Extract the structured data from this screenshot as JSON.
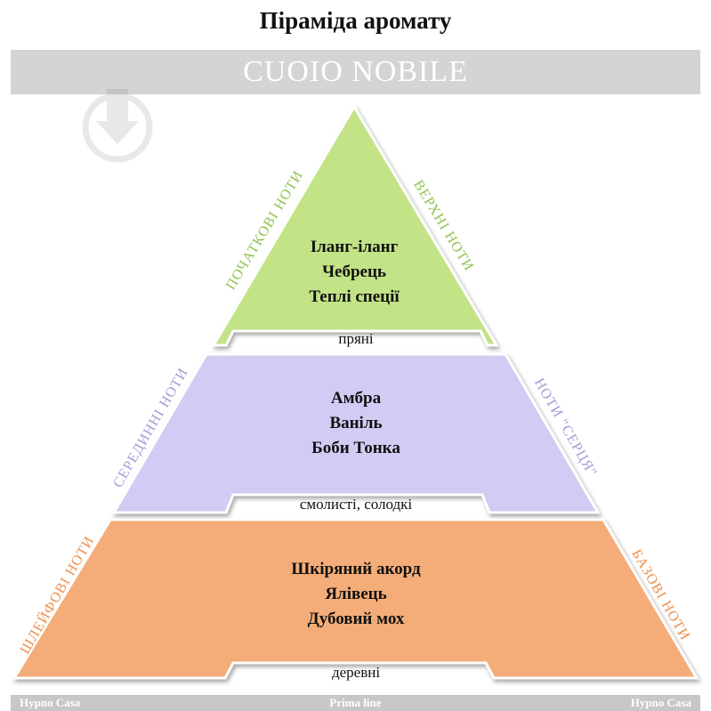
{
  "title": "Піраміда аромату",
  "brand": "CUOIO NOBILE",
  "top_tier": {
    "notes": [
      "Іланг-іланг",
      "Чебрець",
      "Теплі спеції"
    ],
    "descriptor": "пряні",
    "left_label": "ПОЧАТКОВІ НОТИ",
    "right_label": "ВЕРХНІ НОТИ",
    "color": "#c3e387"
  },
  "middle_tier": {
    "notes": [
      "Амбра",
      "Ваніль",
      "Боби Тонка"
    ],
    "descriptor": "смолисті, солодкі",
    "left_label": "СЕРЕДИННІ НОТИ",
    "right_label": "НОТИ \"СЕРЦЯ\"",
    "color": "#d3cbf3"
  },
  "base_tier": {
    "notes": [
      "Шкіряний акорд",
      "Ялівець",
      "Дубовий мох"
    ],
    "descriptor": "деревні",
    "left_label": "ШЛЕЙФОВІ НОТИ",
    "right_label": "БАЗОВІ НОТИ",
    "color": "#f4ad78"
  },
  "footer": {
    "left": "Hypno Casa",
    "center": "Prima line",
    "right": "Hypno Casa"
  },
  "colors": {
    "top_label": "#8fc24f",
    "middle_label": "#a99ad8",
    "base_label": "#ee8f4e",
    "brand_bar": "#d4d4d4"
  }
}
